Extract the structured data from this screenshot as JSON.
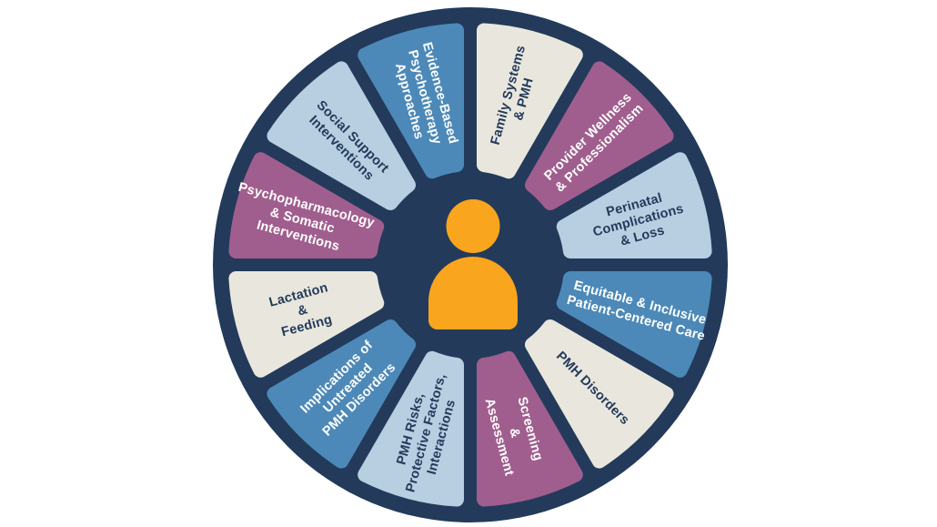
{
  "wheel": {
    "description": "Circular wheel diagram of perinatal mental health curriculum topics around a central person figure",
    "colors": {
      "ring_navy": "#233A5B",
      "steel_blue": "#4C89B8",
      "light_blue": "#B7CFE0",
      "cream": "#E9E7DD",
      "plum": "#A05E8E",
      "orange": "#F9A51D",
      "text_dark": "#233A5B",
      "text_light": "#FFFFFF",
      "page_background": "#FFFFFF"
    },
    "center_icon": {
      "name": "person-icon",
      "color_key": "orange"
    },
    "segments": [
      {
        "id": "family-systems-pmh",
        "label": "Family Systems & PMH",
        "lines": [
          "Family Systems",
          "& PMH"
        ],
        "color_key": "cream",
        "text_color_key": "text_dark"
      },
      {
        "id": "provider-wellness-professionalism",
        "label": "Provider Wellness & Professionalism",
        "lines": [
          "Provider Wellness",
          "& Professionalism"
        ],
        "color_key": "plum",
        "text_color_key": "text_light"
      },
      {
        "id": "perinatal-complications-loss",
        "label": "Perinatal Complications & Loss",
        "lines": [
          "Perinatal",
          "Complications",
          "& Loss"
        ],
        "color_key": "light_blue",
        "text_color_key": "text_dark"
      },
      {
        "id": "equitable-inclusive-patient-centered-care",
        "label": "Equitable & Inclusive Patient-Centered Care",
        "lines": [
          "Equitable & Inclusive",
          "Patient-Centered Care"
        ],
        "color_key": "steel_blue",
        "text_color_key": "text_light"
      },
      {
        "id": "pmh-disorders",
        "label": "PMH Disorders",
        "lines": [
          "PMH Disorders"
        ],
        "color_key": "cream",
        "text_color_key": "text_dark"
      },
      {
        "id": "screening-assessment",
        "label": "Screening & Assessment",
        "lines": [
          "Screening",
          "&",
          "Assessment"
        ],
        "color_key": "plum",
        "text_color_key": "text_light"
      },
      {
        "id": "pmh-risks-protective-factors-interactions",
        "label": "PMH Risks, Protective Factors, Interactions",
        "lines": [
          "PMH Risks,",
          "Protective Factors,",
          "Interactions"
        ],
        "color_key": "light_blue",
        "text_color_key": "text_dark"
      },
      {
        "id": "implications-untreated-pmh-disorders",
        "label": "Implications of Untreated PMH Disorders",
        "lines": [
          "Implications of",
          "Untreated",
          "PMH Disorders"
        ],
        "color_key": "steel_blue",
        "text_color_key": "text_light"
      },
      {
        "id": "lactation-feeding",
        "label": "Lactation & Feeding",
        "lines": [
          "Lactation",
          "&",
          "Feeding"
        ],
        "color_key": "cream",
        "text_color_key": "text_dark"
      },
      {
        "id": "psychopharmacology-somatic-interventions",
        "label": "Psychopharmacology & Somatic Interventions",
        "lines": [
          "Psychopharmacology",
          "& Somatic",
          "Interventions"
        ],
        "color_key": "plum",
        "text_color_key": "text_light"
      },
      {
        "id": "social-support-interventions",
        "label": "Social Support Interventions",
        "lines": [
          "Social Support",
          "Interventions"
        ],
        "color_key": "light_blue",
        "text_color_key": "text_dark"
      },
      {
        "id": "evidence-based-psychotherapy-approaches",
        "label": "Evidence-Based Psychotherapy Approaches",
        "lines": [
          "Evidence-Based",
          "Psychotherapy",
          "Approaches"
        ],
        "color_key": "steel_blue",
        "text_color_key": "text_light"
      }
    ]
  }
}
